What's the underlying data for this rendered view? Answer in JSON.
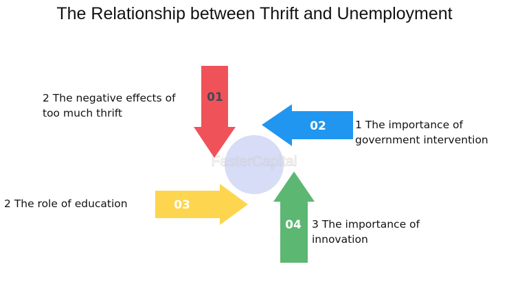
{
  "title": "The Relationship between Thrift and Unemployment",
  "watermark": "FasterCapital",
  "items": [
    {
      "number": "01",
      "label_line1": "2 The negative effects of",
      "label_line2": "too much thrift",
      "color": "#F0525A"
    },
    {
      "number": "02",
      "label_line1": "1 The importance of",
      "label_line2": "government intervention",
      "color": "#2196F0"
    },
    {
      "number": "03",
      "label_line1": "2 The role of education",
      "label_line2": "",
      "color": "#FDD54F"
    },
    {
      "number": "04",
      "label_line1": "3 The importance of",
      "label_line2": "innovation",
      "color": "#5CB772"
    }
  ],
  "center_color": "#D7DCF7"
}
